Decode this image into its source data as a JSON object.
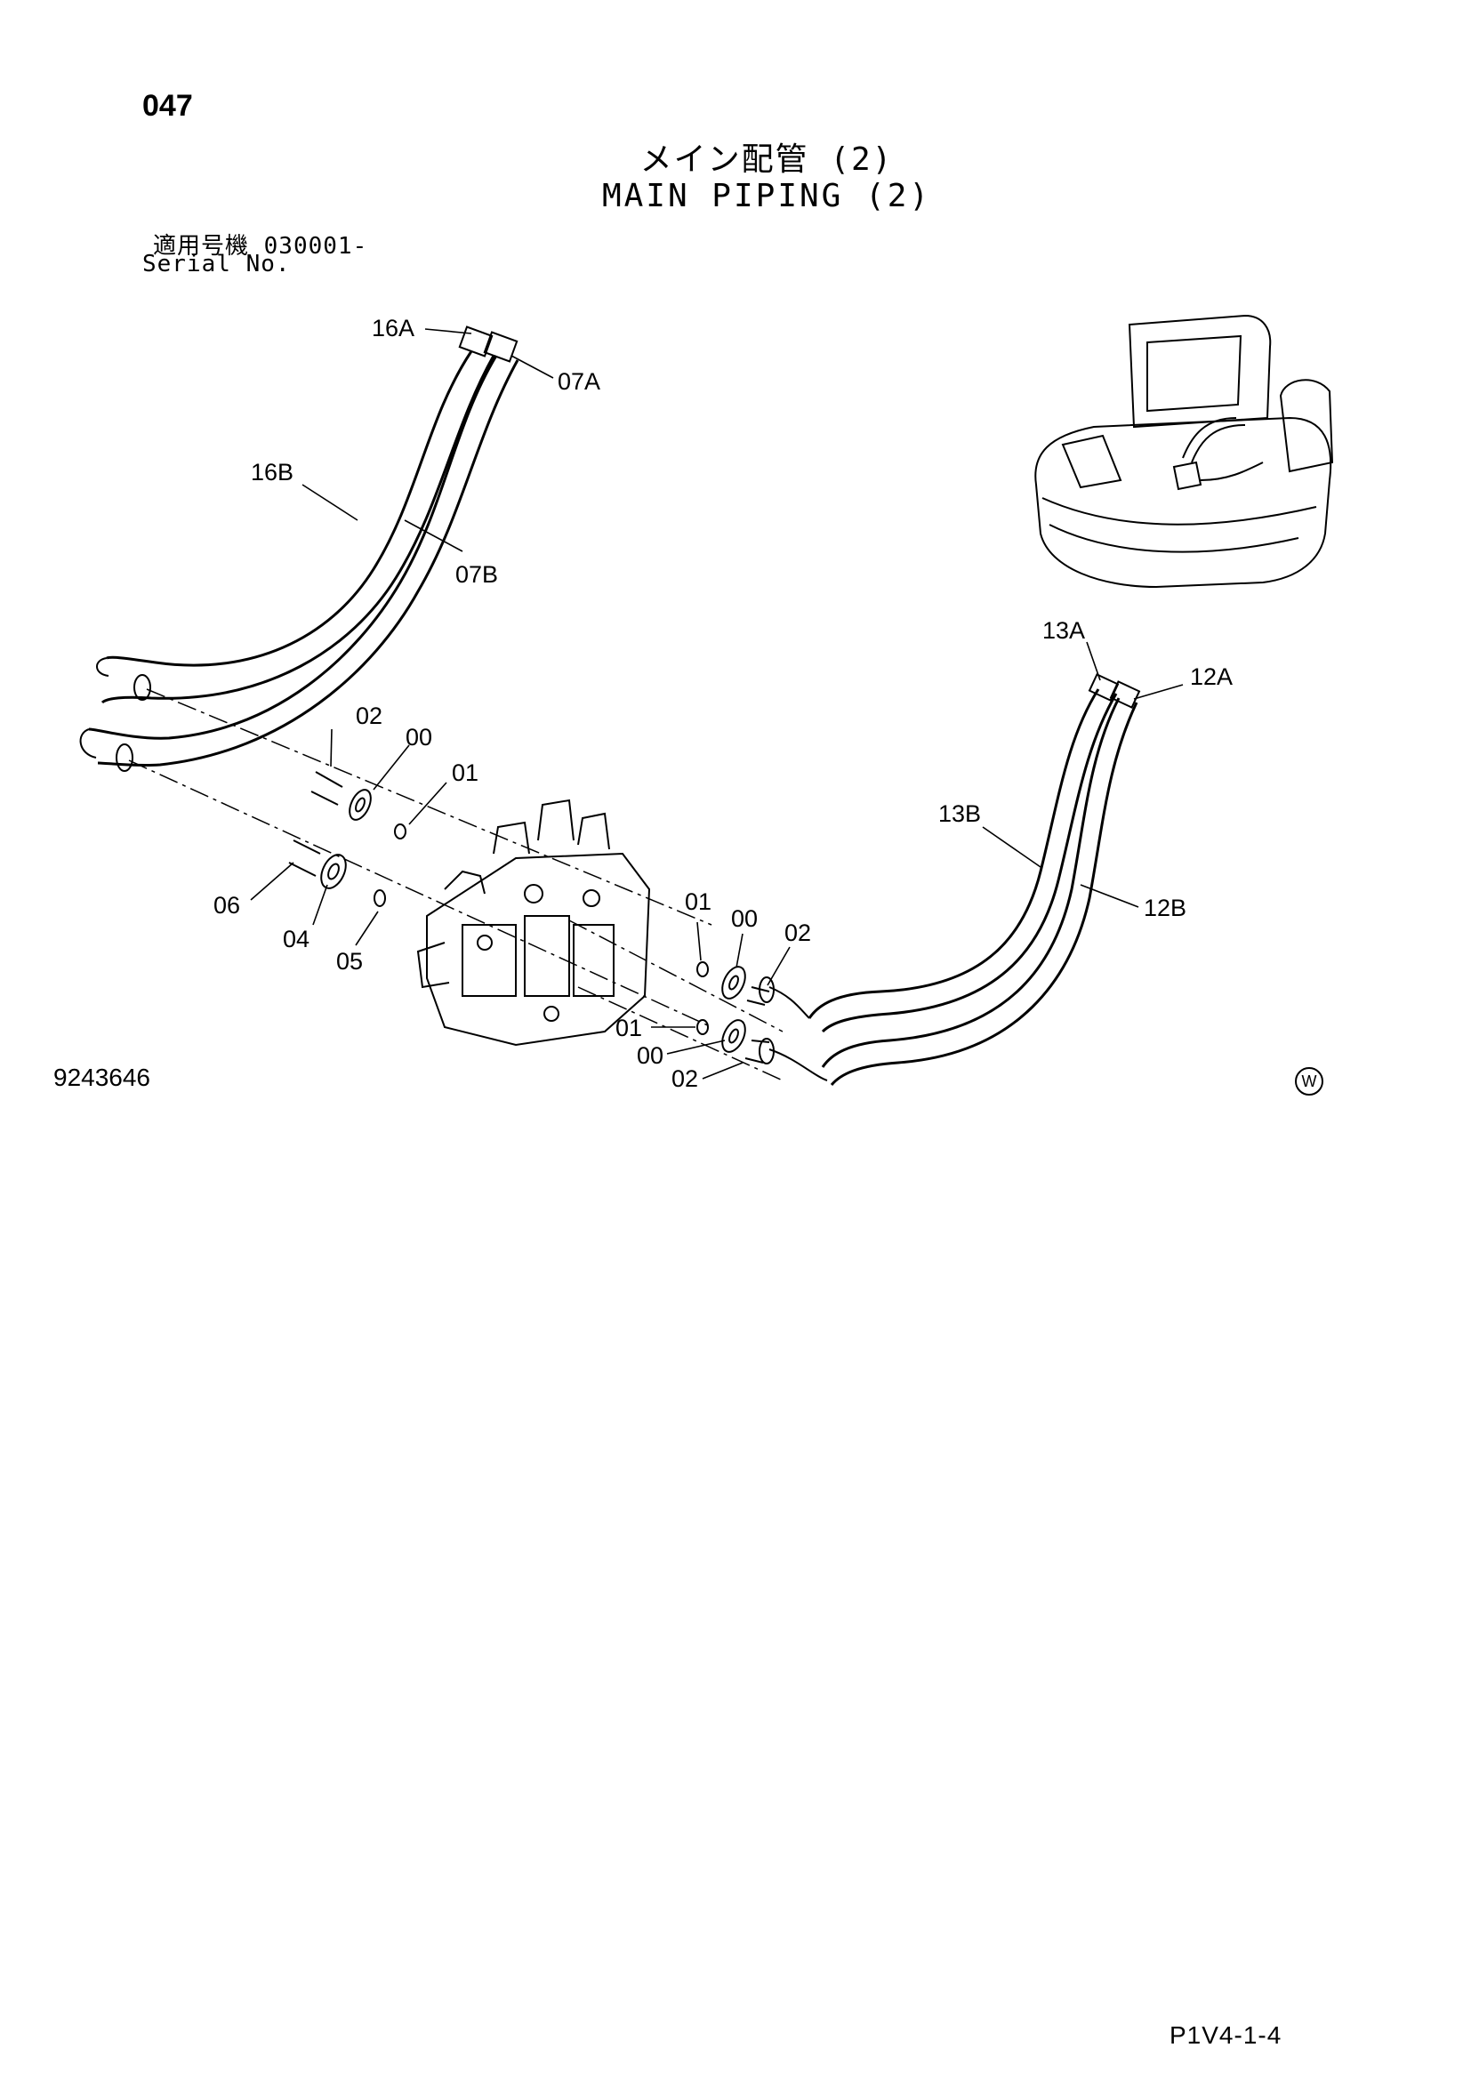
{
  "header": {
    "page_number": "047",
    "title_jp": "メイン配管 (2)",
    "title_en": "MAIN PIPING (2)",
    "serial_jp": "適用号機 030001-",
    "serial_en": "Serial No."
  },
  "footer": {
    "drawing_number": "9243646",
    "mark": "W",
    "page_code": "P1V4-1-4"
  },
  "callouts": {
    "c16A": "16A",
    "c07A": "07A",
    "c16B": "16B",
    "c07B": "07B",
    "c02_top": "02",
    "c00_top": "00",
    "c01_top": "01",
    "c06": "06",
    "c04": "04",
    "c05": "05",
    "c01_mid": "01",
    "c00_mid": "00",
    "c02_mid": "02",
    "c01_low": "01",
    "c00_low": "00",
    "c02_low": "02",
    "c13A": "13A",
    "c12A": "12A",
    "c13B": "13B",
    "c12B": "12B"
  },
  "icons": [
    "excavator-location-icon",
    "control-valve-icon",
    "flange-icon",
    "o-ring-icon",
    "bolt-icon",
    "hose-icon"
  ]
}
